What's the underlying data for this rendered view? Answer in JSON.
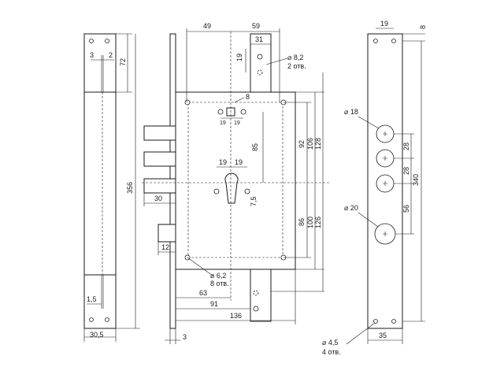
{
  "labels": {
    "d49": "49",
    "d59": "59",
    "d31": "31",
    "d19top": "19",
    "dia82": "⌀ 8,2",
    "otv2": "2 отв.",
    "sq8": "8",
    "d19a": "19",
    "d19b": "19",
    "d85": "85",
    "d19c": "19",
    "d19d": "19",
    "d75": "7,5",
    "d92": "92",
    "d106": "106",
    "d128": "128",
    "d86": "86",
    "d100": "100",
    "d126": "126",
    "d30": "30",
    "d12": "12",
    "dia62": "⌀ 6,2",
    "otv8": "8 отв.",
    "d63": "63",
    "d91": "91",
    "d136": "136",
    "d3": "3",
    "d3b": "3",
    "d2": "2",
    "d72": "72",
    "d356": "356",
    "d15": "1,5",
    "d305": "30,5",
    "d19r": "19",
    "d8": "8",
    "dia18": "⌀ 18",
    "d28a": "28",
    "d28b": "28",
    "d340": "340",
    "dia20": "⌀ 20",
    "d56": "56",
    "dia45": "⌀ 4,5",
    "otv4": "4 отв.",
    "d35": "35"
  },
  "colors": {
    "line": "#1a1a1a",
    "background": "#ffffff"
  }
}
